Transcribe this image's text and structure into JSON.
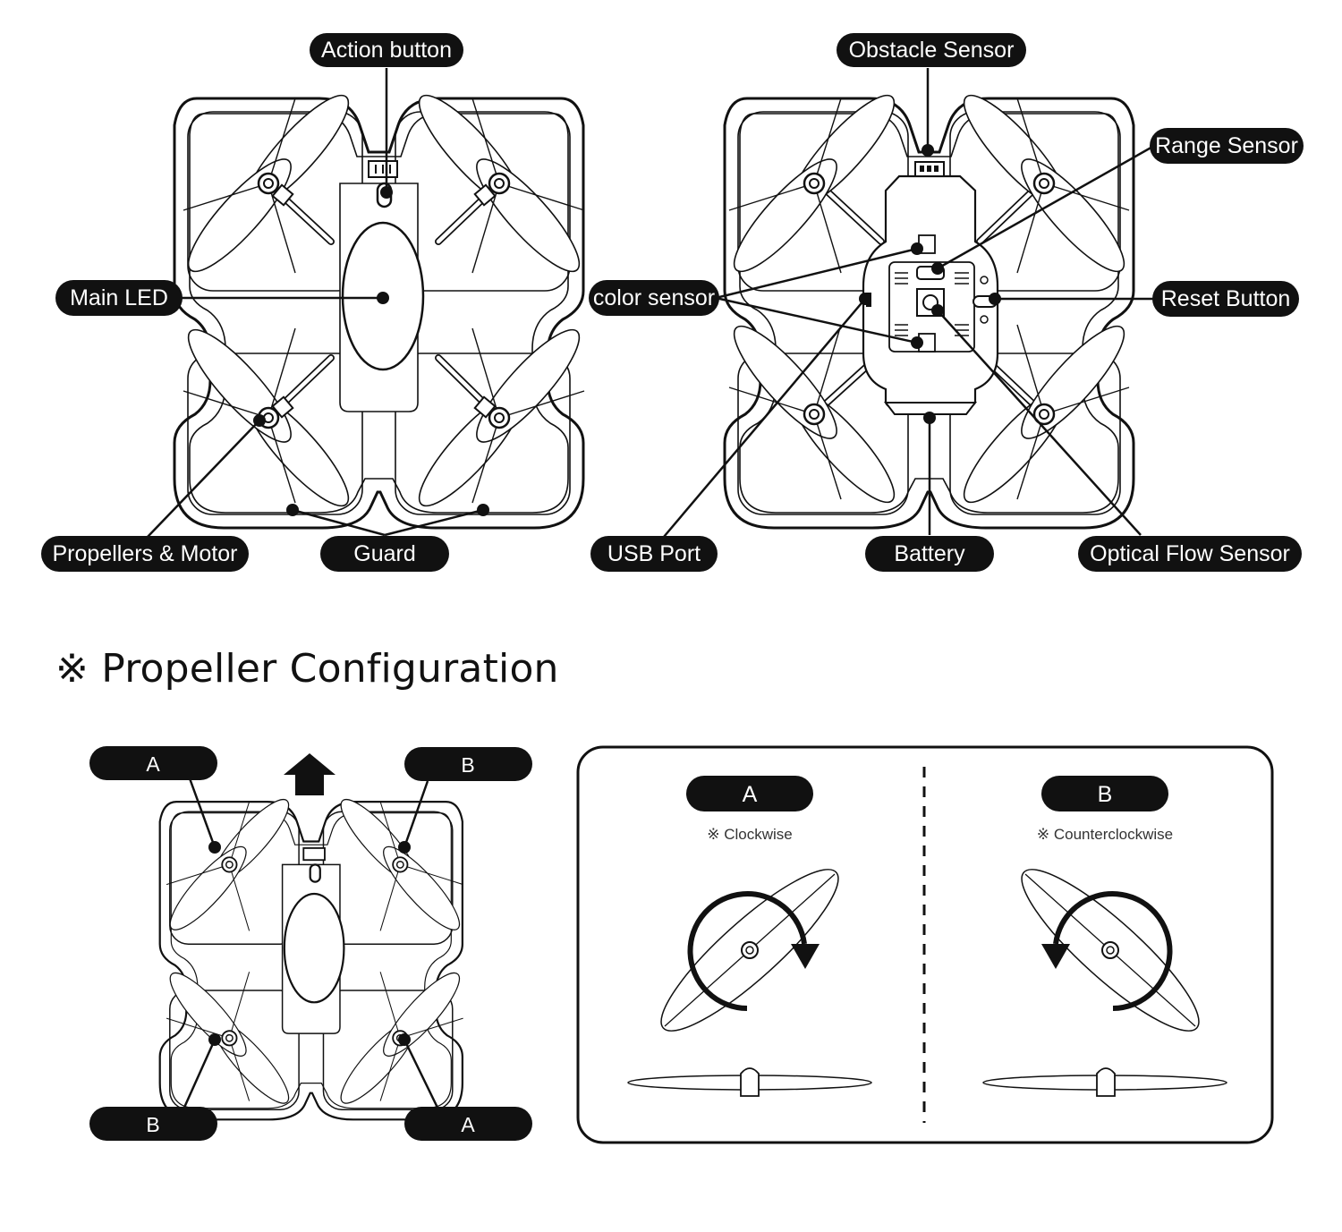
{
  "top_diagram": {
    "labels": {
      "action_button": "Action button",
      "main_led": "Main LED",
      "propellers_motor": "Propellers & Motor",
      "guard": "Guard",
      "obstacle_sensor": "Obstacle Sensor",
      "range_sensor": "Range Sensor",
      "color_sensor": "color sensor",
      "reset_button": "Reset Button",
      "usb_port": "USB Port",
      "battery": "Battery",
      "optical_flow_sensor": "Optical Flow Sensor"
    }
  },
  "section": {
    "title": "※ Propeller Configuration"
  },
  "config": {
    "drone_labels": {
      "top_left": "A",
      "top_right": "B",
      "bottom_left": "B",
      "bottom_right": "A"
    },
    "panel": {
      "a": {
        "label": "A",
        "direction": "※ Clockwise"
      },
      "b": {
        "label": "B",
        "direction": "※ Counterclockwise"
      }
    }
  },
  "colors": {
    "ink": "#111111",
    "background": "#ffffff",
    "pill_text": "#ffffff"
  }
}
